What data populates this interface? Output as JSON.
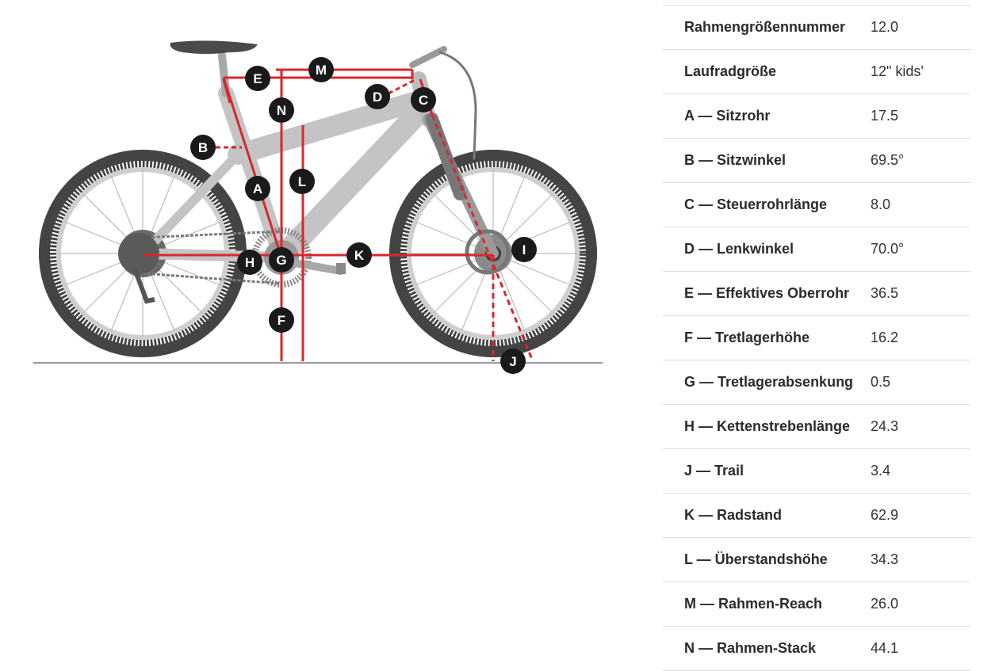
{
  "diagram": {
    "markers": [
      "A",
      "B",
      "C",
      "D",
      "E",
      "F",
      "G",
      "H",
      "I",
      "J",
      "K",
      "L",
      "M",
      "N"
    ],
    "colors": {
      "measure_line": "#d9272e",
      "frame": "#c4c4c4",
      "tire": "#444444",
      "marker": "#1a1a1a",
      "ground": "#9a9a9a"
    }
  },
  "geometry_table": {
    "rows": [
      {
        "label": "Rahmengrößennummer",
        "value": "12.0"
      },
      {
        "label": "Laufradgröße",
        "value": "12\" kids'"
      },
      {
        "label": "A — Sitzrohr",
        "value": "17.5"
      },
      {
        "label": "B — Sitzwinkel",
        "value": "69.5°"
      },
      {
        "label": "C — Steuerrohrlänge",
        "value": "8.0"
      },
      {
        "label": "D — Lenkwinkel",
        "value": "70.0°"
      },
      {
        "label": "E — Effektives Oberrohr",
        "value": "36.5"
      },
      {
        "label": "F — Tretlagerhöhe",
        "value": "16.2"
      },
      {
        "label": "G — Tretlagerabsenkung",
        "value": "0.5"
      },
      {
        "label": "H — Kettenstrebenlänge",
        "value": "24.3"
      },
      {
        "label": "J — Trail",
        "value": "3.4"
      },
      {
        "label": "K — Radstand",
        "value": "62.9"
      },
      {
        "label": "L — Überstandshöhe",
        "value": "34.3"
      },
      {
        "label": "M — Rahmen-Reach",
        "value": "26.0"
      },
      {
        "label": "N — Rahmen-Stack",
        "value": "44.1"
      }
    ]
  }
}
